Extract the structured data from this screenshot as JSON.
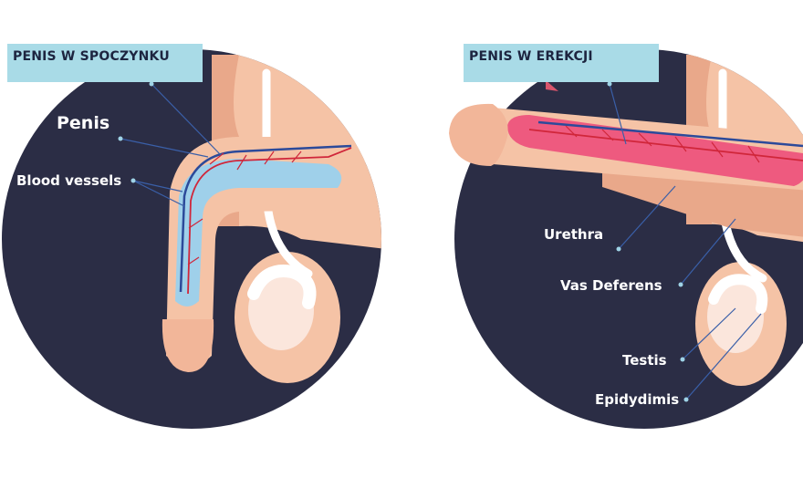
{
  "panels": {
    "left": {
      "title": "PENIS W SPOCZYNKU",
      "labels": {
        "penis": "Penis",
        "blood_vessels": "Blood vessels"
      }
    },
    "right": {
      "title": "PENIS W EREKCJI",
      "labels": {
        "urethra": "Urethra",
        "vas_deferens": "Vas Deferens",
        "testis": "Testis",
        "epididymis": "Epidydimis"
      }
    }
  },
  "colors": {
    "background_circle": "#2b2d45",
    "skin": "#f5c3a6",
    "skin_dark": "#e9a88a",
    "title_box": "#a9dbe7",
    "blood_flaccid": "#9fd0ea",
    "blood_erect": "#ee5a7f",
    "vessel_blue": "#2c4a9a",
    "vessel_red": "#d0263a"
  }
}
